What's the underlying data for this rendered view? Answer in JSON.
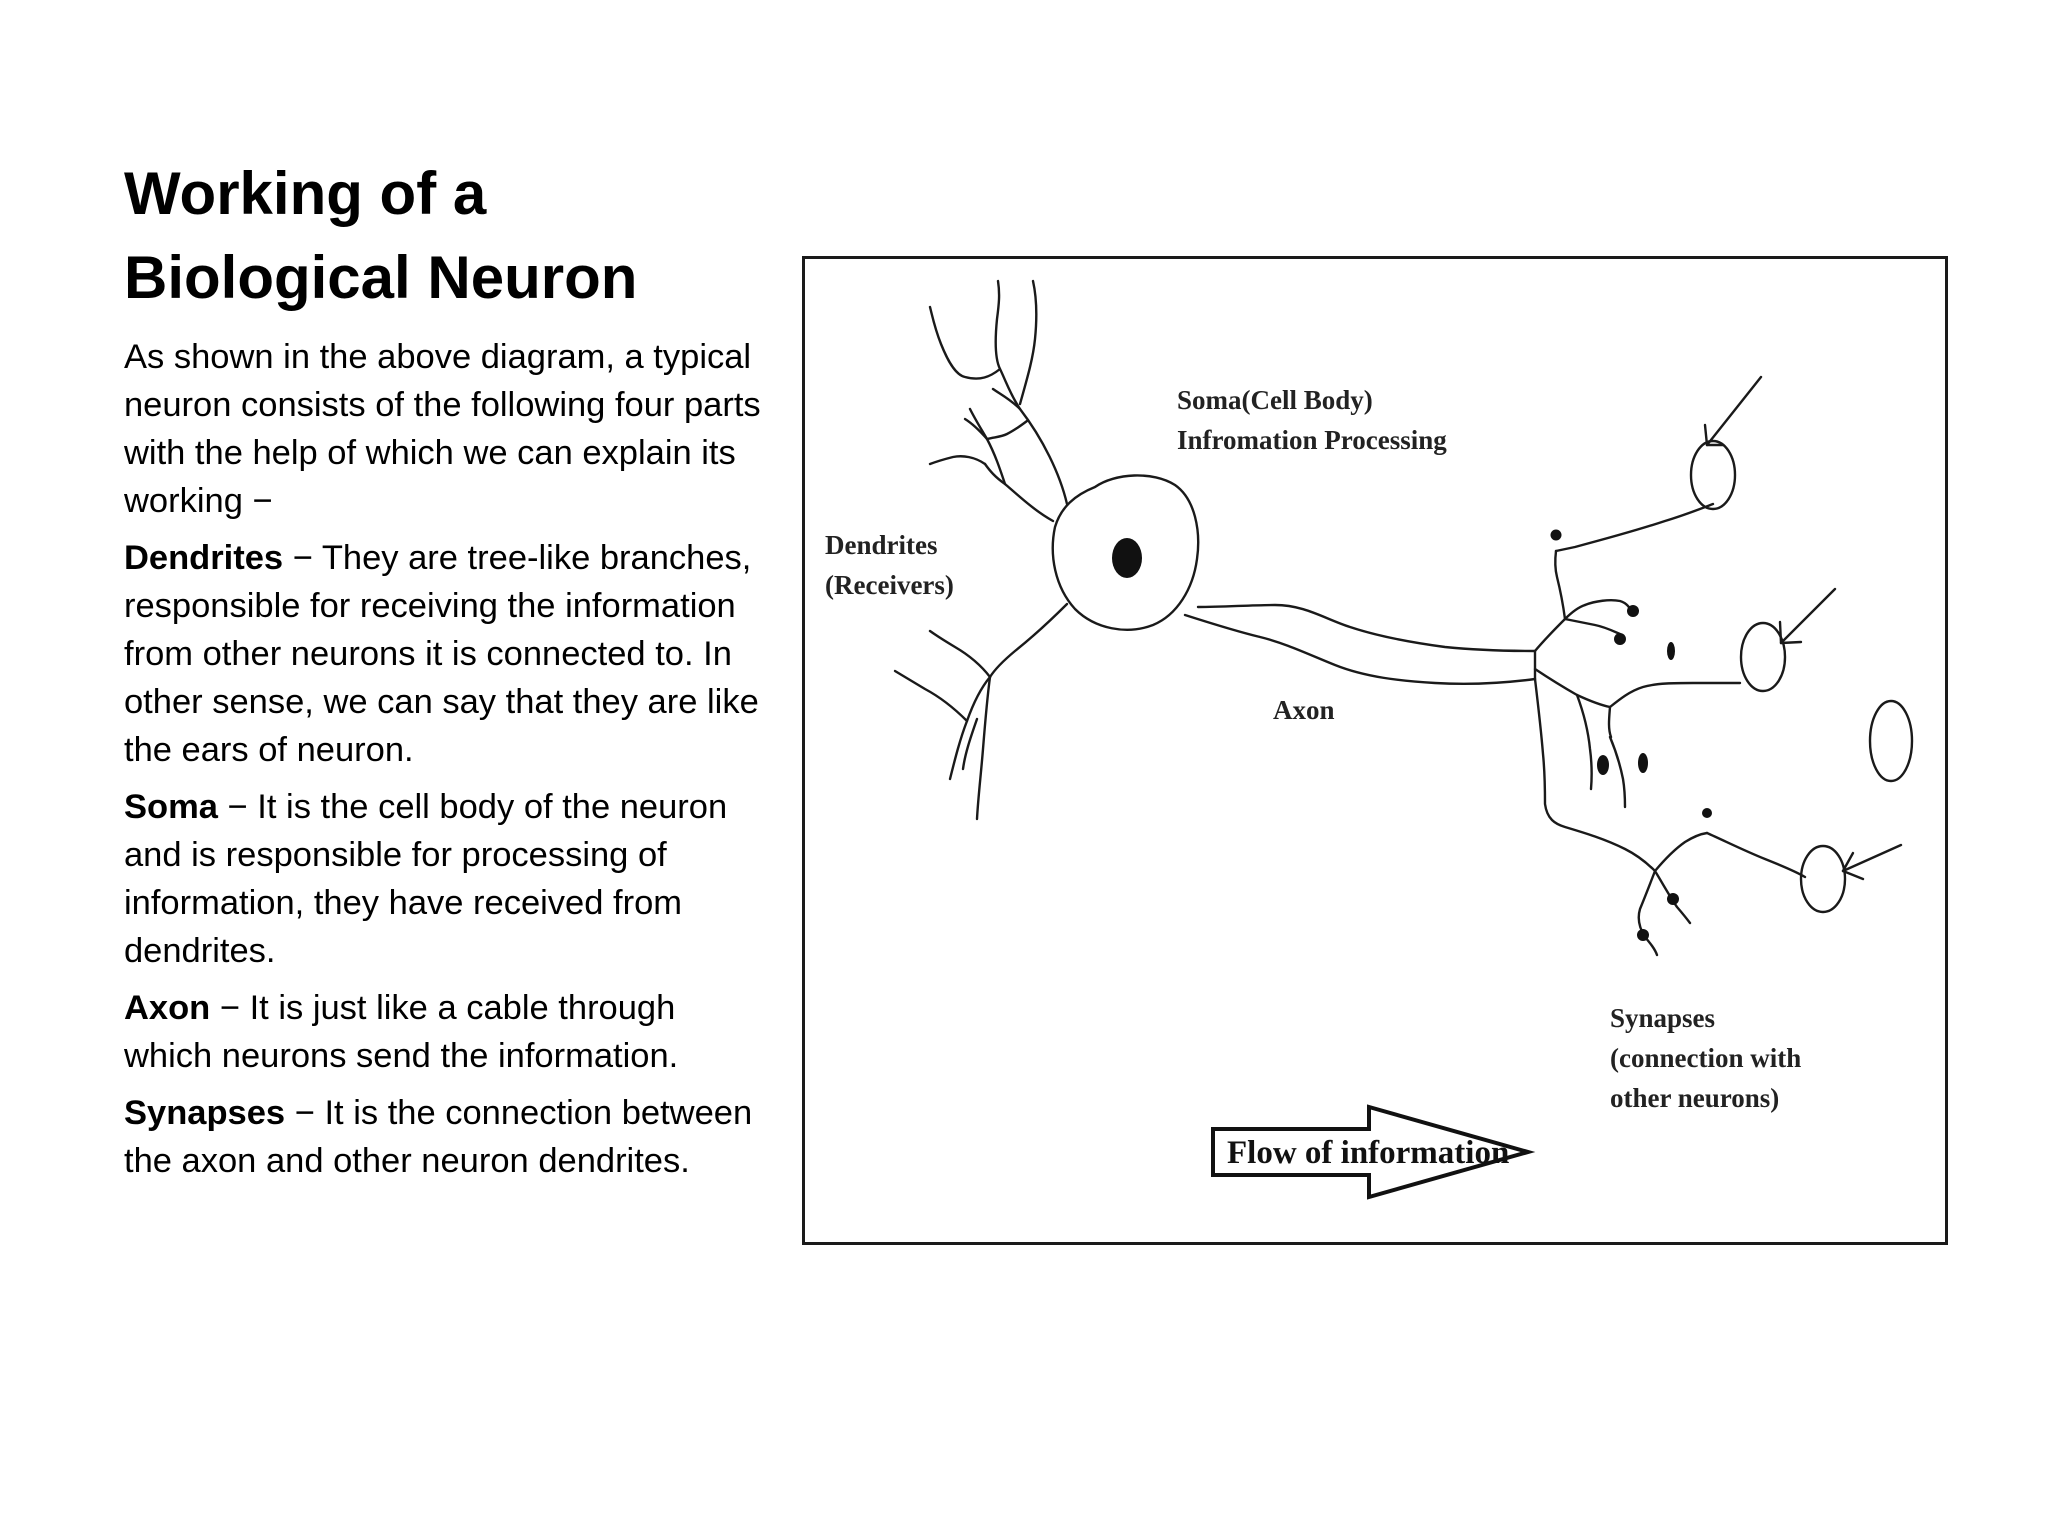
{
  "slide": {
    "title_line1": "Working of a",
    "title_line2": "Biological Neuron",
    "intro": "As shown in the above diagram, a typical neuron consists of the following four parts with the help of which we can explain its working −",
    "parts": [
      {
        "term": "Dendrites",
        "sep": " − ",
        "text": "They are tree-like branches, responsible for receiving the information from other neurons it is connected to. In other sense, we can say that they are like the ears of neuron."
      },
      {
        "term": "Soma",
        "sep": " − ",
        "text": "It is the cell body of the neuron and is responsible for processing of information, they have received from dendrites."
      },
      {
        "term": "Axon",
        "sep": " − ",
        "text": "It is just like a cable through which neurons send the information."
      },
      {
        "term": "Synapses",
        "sep": " − ",
        "text": "It is the connection between the axon and other neuron dendrites."
      }
    ]
  },
  "diagram": {
    "soma_label": [
      "Soma(Cell Body)",
      "Infromation Processing"
    ],
    "dendrites_label": [
      "Dendrites",
      "(Receivers)"
    ],
    "axon_label": "Axon",
    "synapses_label": [
      "Synapses",
      "(connection with",
      "other neurons)"
    ],
    "flow_label": "Flow of information"
  }
}
